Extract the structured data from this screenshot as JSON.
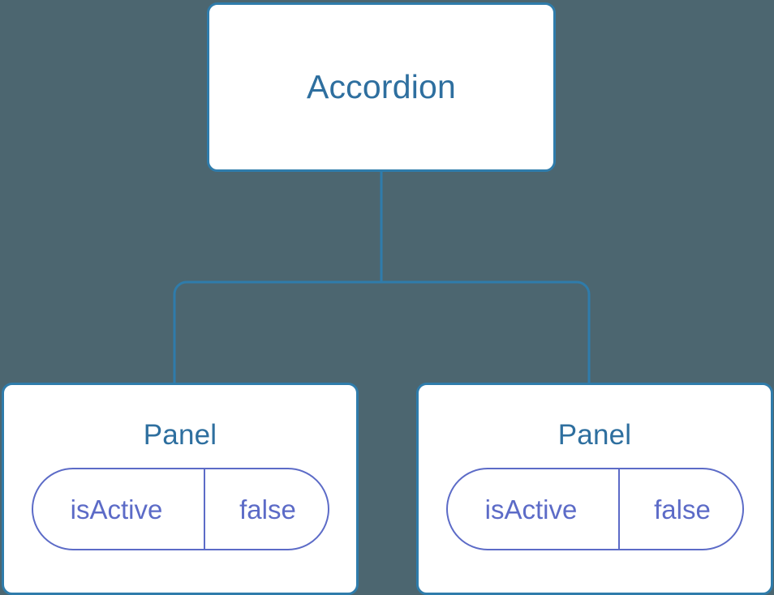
{
  "diagram": {
    "type": "component-tree",
    "background_color": "#4c6670",
    "node_fill_color": "#ffffff",
    "node_border_color": "#2f7cab",
    "title_text_color": "#2e6f9f",
    "pill_color": "#5c6bc7",
    "connector_color": "#2f7cab"
  },
  "root": {
    "title": "Accordion"
  },
  "children": [
    {
      "title": "Panel",
      "state": {
        "key": "isActive",
        "value": "false"
      }
    },
    {
      "title": "Panel",
      "state": {
        "key": "isActive",
        "value": "false"
      }
    }
  ]
}
